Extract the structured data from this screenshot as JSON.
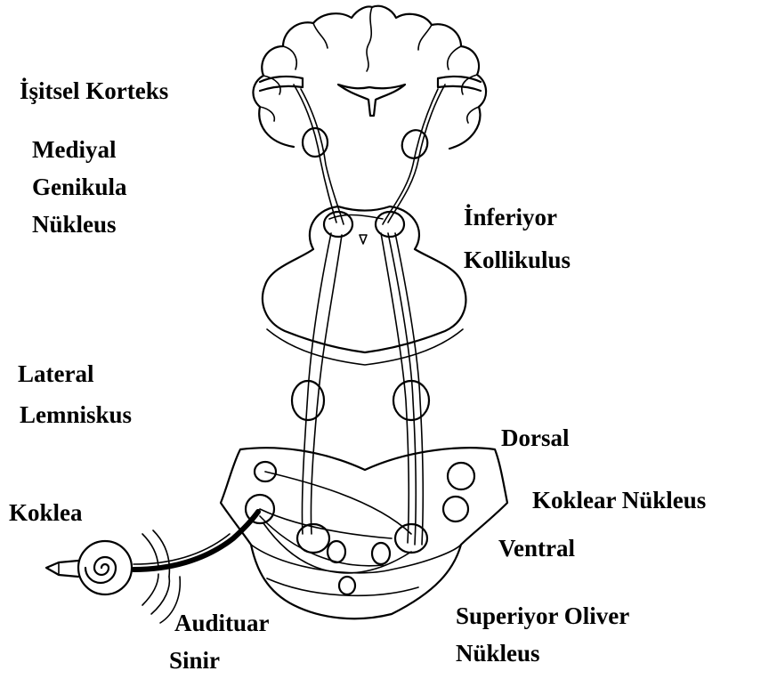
{
  "labels": {
    "isitsel_korteks": "İşitsel Korteks",
    "mediyal_line1": "Mediyal",
    "mediyal_line2": "Genikula",
    "mediyal_line3": "Nükleus",
    "inferiyor_line1": "İnferiyor",
    "inferiyor_line2": "Kollikulus",
    "lateral_line1": "Lateral",
    "lateral_line2": "Lemniskus",
    "dorsal": "Dorsal",
    "koklear_nukleus": "Koklear Nükleus",
    "ventral": "Ventral",
    "koklea": "Koklea",
    "auditor_line1": "Audituar",
    "auditor_line2": "Sinir",
    "superiyor_line1": "Superiyor Oliver",
    "superiyor_line2": "Nükleus"
  },
  "colors": {
    "ink": "#000000",
    "background": "#ffffff"
  }
}
